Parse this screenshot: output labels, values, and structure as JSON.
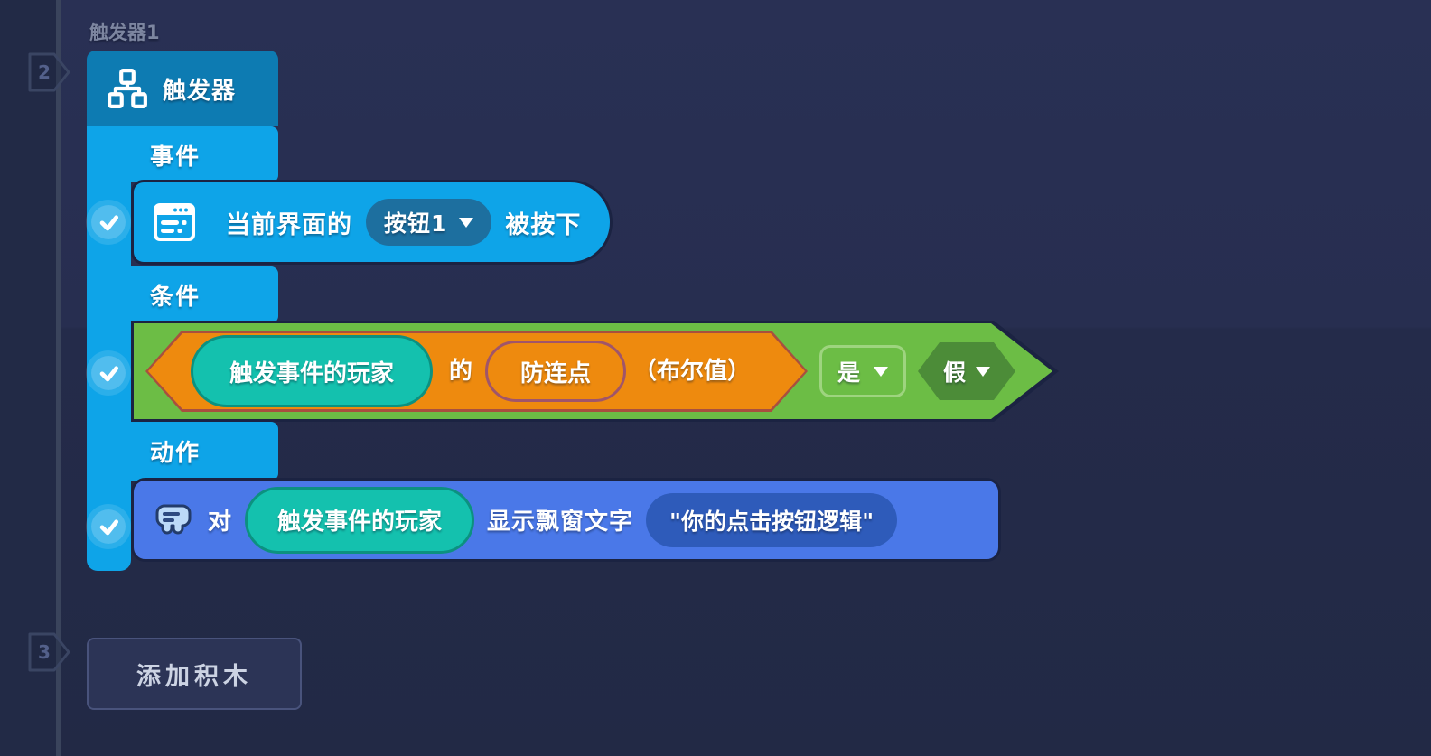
{
  "canvas": {
    "trigger_name": "触发器1",
    "marker_2": "2",
    "marker_3": "3",
    "add_block_label": "添加积木"
  },
  "trigger": {
    "title": "触发器",
    "event_tab": "事件",
    "condition_tab": "条件",
    "action_tab": "动作"
  },
  "event_block": {
    "text_before": "当前界面的",
    "button_dropdown": "按钮1",
    "text_after": "被按下"
  },
  "condition_block": {
    "player_chip": "触发事件的玩家",
    "possessive": "的",
    "property": "防连点",
    "type_hint": "（布尔值）",
    "operator": "是",
    "value": "假"
  },
  "action_block": {
    "target_label": "对",
    "player_chip": "触发事件的玩家",
    "command": "显示飘窗文字",
    "text_value": "\"你的点击按钮逻辑\""
  },
  "colors": {
    "block_blue": "#0ea4e8",
    "header_blue": "#0d7bb2",
    "action_blue": "#4a78e8",
    "condition_green": "#6cbd45",
    "bool_dropdown_green": "#4c8c38",
    "orange": "#ee8a0e",
    "teal_chip": "#14c1ae",
    "value_pill_blue": "#2e5bba",
    "dropdown_blue": "#1d6f9f",
    "block_outline": "#1b2342"
  }
}
